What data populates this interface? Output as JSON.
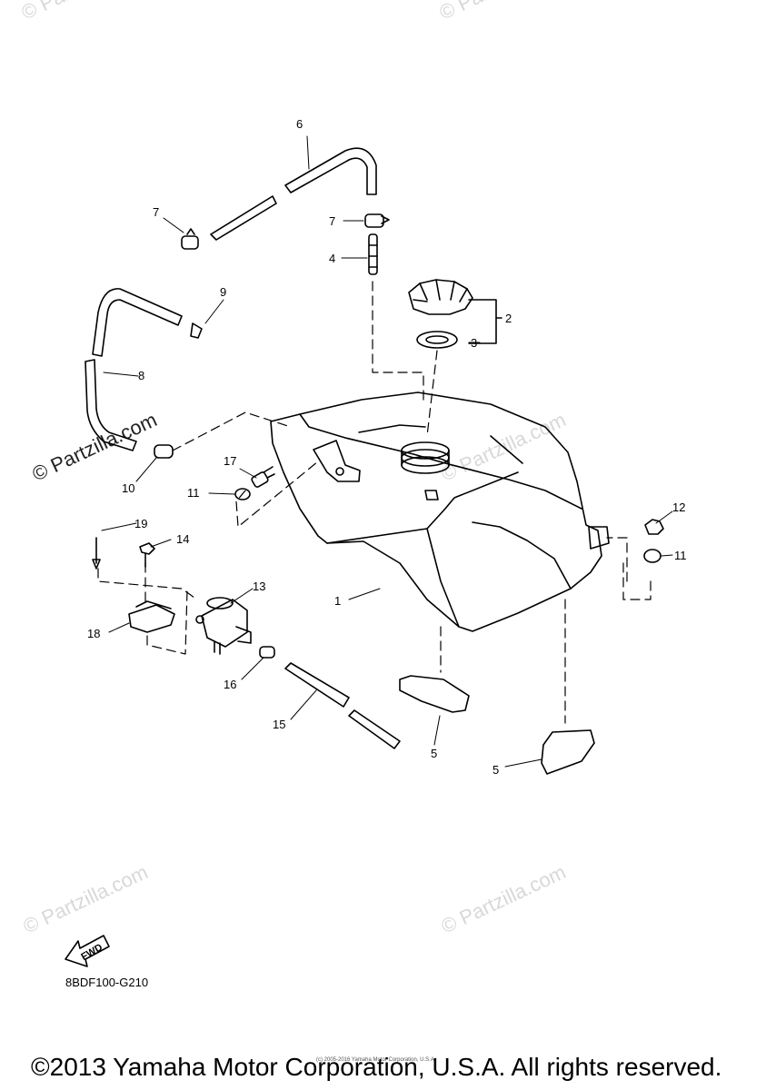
{
  "diagram_code": "8BDF100-G210",
  "copyright": "©2013 Yamaha Motor Corporation, U.S.A. All rights reserved.",
  "tiny_credit": "(c) 2005-2016 Yamaha Motor Corporation, U.S.A.",
  "watermark": "© Partzilla.com",
  "fwd_label": "FWD",
  "callouts": {
    "c1": "1",
    "c2": "2",
    "c3": "3",
    "c4": "4",
    "c5a": "5",
    "c5b": "5",
    "c6": "6",
    "c7a": "7",
    "c7b": "7",
    "c8": "8",
    "c9": "9",
    "c10": "10",
    "c11a": "11",
    "c11b": "11",
    "c12": "12",
    "c13": "13",
    "c14": "14",
    "c15": "15",
    "c16": "16",
    "c17": "17",
    "c18": "18",
    "c19": "19"
  }
}
